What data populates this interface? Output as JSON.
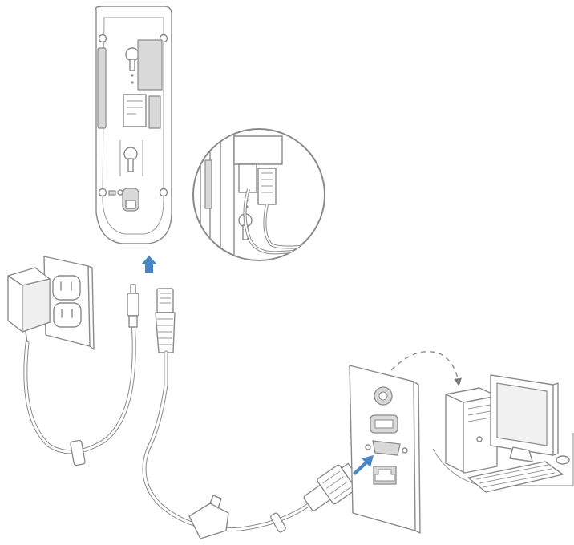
{
  "colors": {
    "line": "#8a8a8a",
    "fill_light": "#f1f1f1",
    "fill_mid": "#d9d9d9",
    "arrow": "#4a86c5",
    "dashed": "#8a8a8a"
  },
  "icons": {
    "scanner_base": "charging-base-underside",
    "detail_view": "magnified-cable-routing-inset",
    "up_arrow": "arrow-up-blue",
    "power_adapter": "wall-power-adapter",
    "outlet": "wall-outlet",
    "power_plug": "barrel-power-plug",
    "rj45_plug": "rj45-interface-plug",
    "cable": "interface-cable",
    "cable_tie": "cable-tie",
    "db9_connector": "db9-serial-connector",
    "io_panel": "computer-io-panel",
    "ps2_port": "ps2-port",
    "usb_port": "usb-port",
    "serial_port": "serial-db9-port",
    "ethernet_port": "ethernet-port",
    "insert_arrow": "arrow-diagonal-blue",
    "dashed_arrow": "dashed-curved-arrow",
    "computer": "desktop-computer"
  }
}
